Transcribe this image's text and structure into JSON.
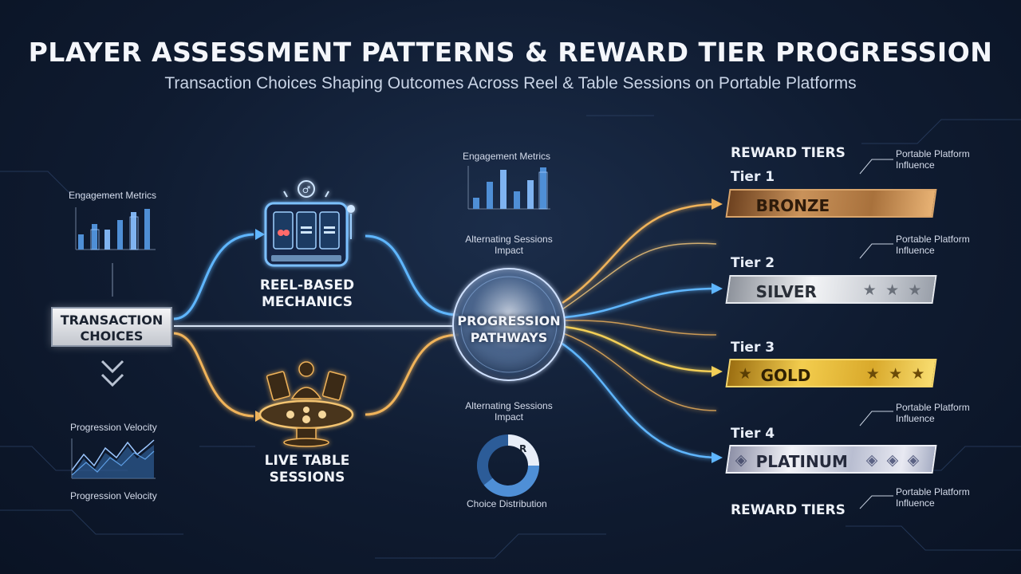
{
  "header": {
    "title": "PLAYER ASSESSMENT PATTERNS & REWARD TIER PROGRESSION",
    "subtitle": "Transaction Choices Shaping Outcomes Across Reel & Table Sessions on Portable Platforms"
  },
  "left": {
    "metrics_label": "Engagement Metrics",
    "transaction_box": "TRANSACTION CHOICES",
    "velocity_label_top": "Progression Velocity",
    "velocity_label_bottom": "Progression Velocity",
    "down_arrow_icon": "double-chevron-down-icon"
  },
  "middle": {
    "reel_label": "REEL-BASED MECHANICS",
    "table_label": "LIVE TABLE SESSIONS",
    "hub_label": "PROGRESSION PATHWAYS",
    "metrics_label": "Engagement Metrics",
    "alternating_label_top": "Alternating Sessions Impact",
    "alternating_label_bottom": "Alternating Sessions Impact",
    "choice_label": "Choice Distribution",
    "pie_glyph": "R",
    "slot_icon": "slot-machine-icon",
    "table_icon": "card-table-icon"
  },
  "right": {
    "header_top": "REWARD TIERS",
    "header_bottom": "REWARD TIERS",
    "influence_note": "Portable Platform Influence",
    "tiers": [
      {
        "tier": "Tier 1",
        "name": "BRONZE",
        "stars": "",
        "color": "#b27a3f"
      },
      {
        "tier": "Tier 2",
        "name": "SILVER",
        "stars": "★ ★ ★",
        "color": "#d7dbe1"
      },
      {
        "tier": "Tier 3",
        "name": "GOLD",
        "lead_star": "★",
        "stars": "★ ★ ★",
        "color": "#e2b83a"
      },
      {
        "tier": "Tier 4",
        "name": "PLATINUM",
        "lead_star": "◈",
        "stars": "◈ ◈ ◈",
        "color": "#c9ccd9"
      }
    ]
  },
  "colors": {
    "blue_flow": "#5fb6ff",
    "gold_flow": "#f0b35a",
    "accent_blue": "#4f8fd6"
  }
}
